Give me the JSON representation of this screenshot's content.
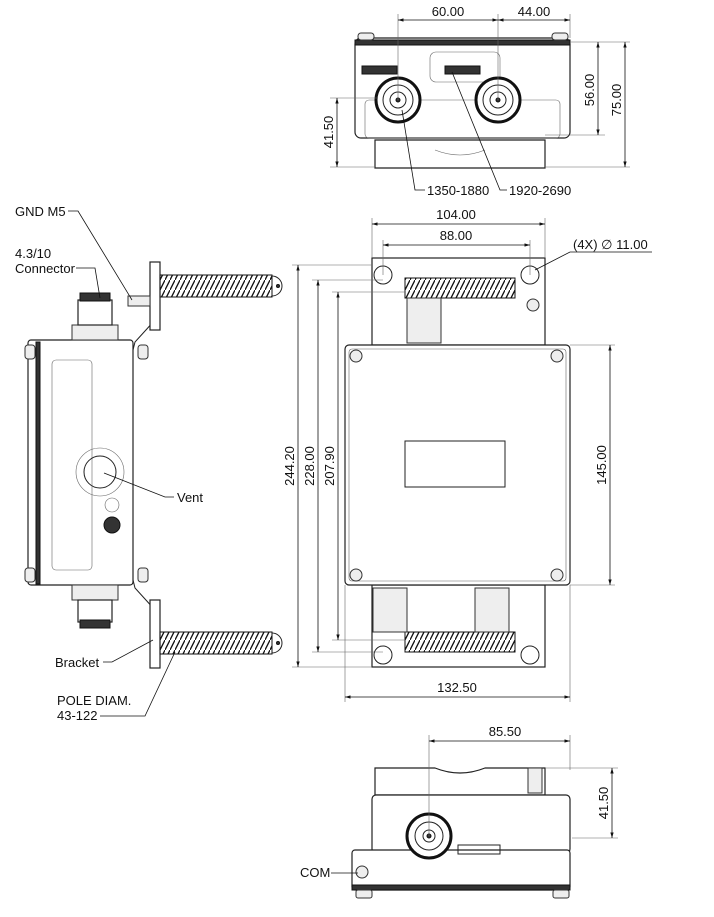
{
  "top_view": {
    "dimensions": {
      "d1": "60.00",
      "d2": "44.00",
      "d3": "56.00",
      "d4": "75.00",
      "d5": "41.50"
    },
    "callouts": {
      "port1": "1350-1880",
      "port2": "1920-2690"
    }
  },
  "front_view": {
    "dimensions": {
      "width_bracket": "104.00",
      "hole_spacing": "88.00",
      "holes": "(4X) ∅ 11.00",
      "width_body": "132.50",
      "height_body": "145.00",
      "h_overall": "244.20",
      "h_holes": "228.00",
      "h_inner": "207.90"
    }
  },
  "side_view": {
    "callouts": {
      "gnd": "GND M5",
      "connector_line1": "4.3/10",
      "connector_line2": "Connector",
      "vent": "Vent",
      "bracket": "Bracket",
      "pole_line1": "POLE DIAM.",
      "pole_line2": "43-122"
    }
  },
  "bottom_view": {
    "dimensions": {
      "d1": "85.50",
      "d2": "41.50"
    },
    "callouts": {
      "com": "COM"
    }
  }
}
